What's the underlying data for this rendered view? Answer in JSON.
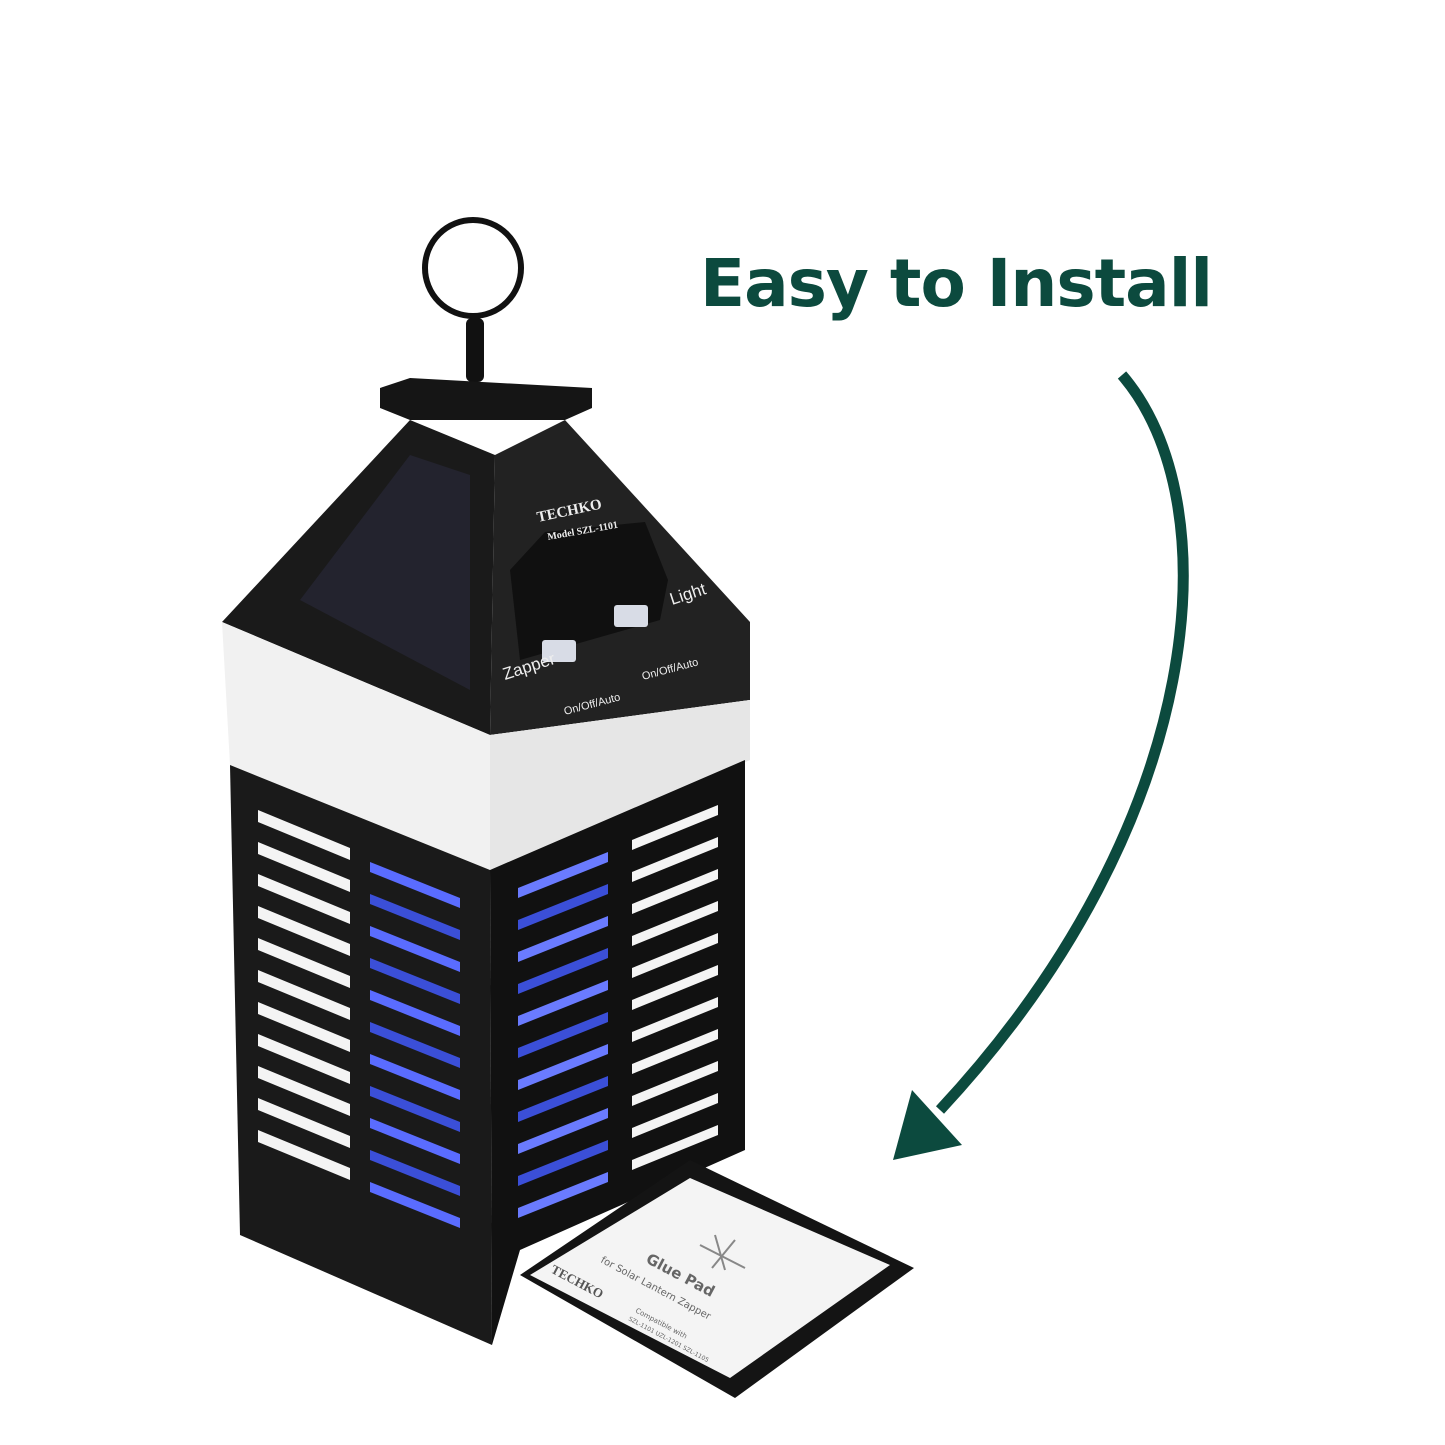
{
  "headline": "Easy to Install",
  "colors": {
    "headline": "#0c4a3e",
    "arrow": "#0c4a3e",
    "body": "#1c1c1c",
    "glow": "#4a5cff"
  },
  "device": {
    "brand": "TECHKO",
    "model": "Model SZL-1101",
    "switch_zapper_label": "Zapper",
    "switch_light_label": "Light",
    "switch_zapper_modes": "On/Off/Auto",
    "switch_light_modes": "On/Off/Auto"
  },
  "glue_pad": {
    "brand": "TECHKO",
    "title": "Glue Pad",
    "subtitle": "for Solar Lantern Zapper",
    "compat_label": "Compatible with",
    "compat_models": "SZL-1101  UZL-1201  SZL-1105"
  }
}
